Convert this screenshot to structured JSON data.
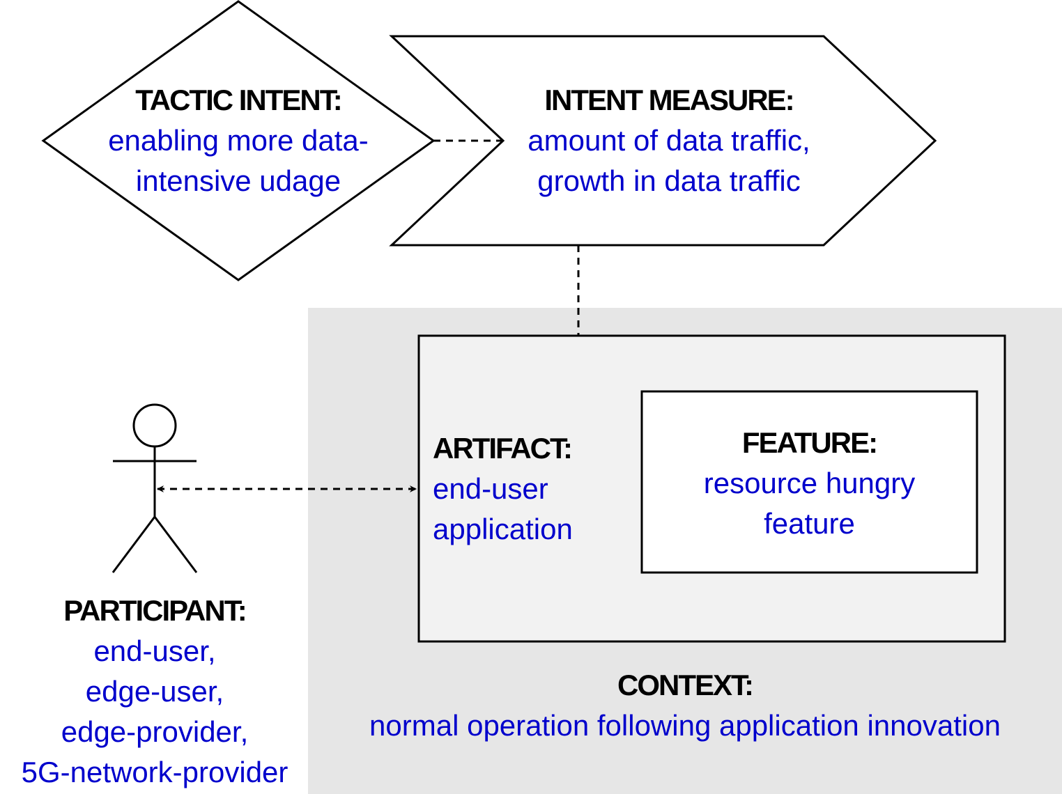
{
  "colors": {
    "stroke": "#000000",
    "heading": "#000000",
    "body": "#0000cc",
    "context_fill": "#e6e6e6",
    "artifact_fill": "#f2f2f2",
    "feature_fill": "#ffffff",
    "shape_fill": "#ffffff"
  },
  "tactic_intent": {
    "heading": "TACTIC INTENT:",
    "line1": "enabling more data-",
    "line2": "intensive udage"
  },
  "intent_measure": {
    "heading": "INTENT MEASURE:",
    "line1": "amount of data traffic,",
    "line2": "growth in data traffic"
  },
  "artifact": {
    "heading": "ARTIFACT:",
    "line1": "end-user",
    "line2": "application"
  },
  "feature": {
    "heading": "FEATURE:",
    "line1": "resource hungry",
    "line2": "feature"
  },
  "context": {
    "heading": "CONTEXT:",
    "line1": "normal operation following application innovation"
  },
  "participant": {
    "heading": "PARTICIPANT:",
    "lines": [
      "end-user,",
      "edge-user,",
      "edge-provider,",
      "5G-network-provider"
    ]
  }
}
